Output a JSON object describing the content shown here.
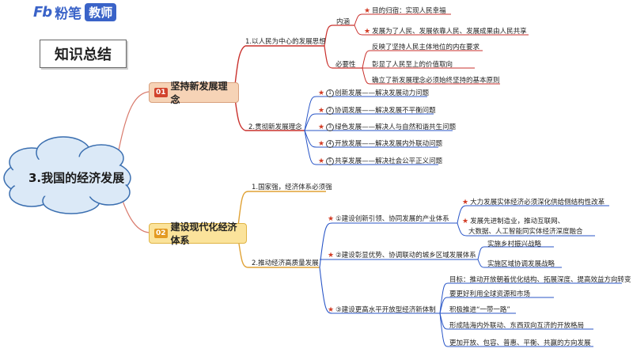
{
  "logo": {
    "mark": "Fb",
    "text": "粉笔",
    "badge": "教师"
  },
  "title": "知识总结",
  "root": "3.我国的经济发展",
  "branch1": {
    "num": "01",
    "label": "坚持新发展理念",
    "sub1": {
      "label": "1.以人民为中心的发展思想",
      "neihan": "内涵",
      "neihan_items": [
        "目的归宿：实现人民幸福",
        "发展为了人民、发展依靠人民、发展成果由人民共享"
      ],
      "biyao": "必要性",
      "biyao_items": [
        "反映了坚持人民主体地位的内在要求",
        "彰显了人民至上的价值取向",
        "确立了新发展理念必须始终坚持的基本原则"
      ]
    },
    "sub2": {
      "label": "2.贯彻新发展理念",
      "items": [
        {
          "n": "1",
          "text": "创新发展——解决发展动力问题"
        },
        {
          "n": "2",
          "text": "协调发展——解决发展不平衡问题"
        },
        {
          "n": "3",
          "text": "绿色发展——解决人与自然和谐共生问题"
        },
        {
          "n": "4",
          "text": "开放发展——解决发展内外联动问题"
        },
        {
          "n": "5",
          "text": "共享发展——解决社会公平正义问题"
        }
      ]
    }
  },
  "branch2": {
    "num": "02",
    "label": "建设现代化经济体系",
    "sub1": {
      "label": "1.国家强，经济体系必须强"
    },
    "sub2": {
      "label": "2.推动经济高质量发展",
      "g1": {
        "label": "①建设创新引领、协同发展的产业体系",
        "items": [
          "大力发展实体经济必须深化供给侧结构性改革",
          "发展先进制造业，推动互联网、",
          "大数据、人工智能同实体经济深度融合"
        ]
      },
      "g2": {
        "label": "②建设彰显优势、协调联动的城乡区域发展体系",
        "items": [
          "实施乡村振兴战略",
          "实施区域协调发展战略"
        ]
      },
      "g3": {
        "label": "③建设更高水平开放型经济新体制",
        "items": [
          "目标：推动开放朝着优化结构、拓展深度、提高效益方向转变",
          "要更好利用全球资源和市场",
          "积极推进“一带一路”",
          "形成陆海内外联动、东西双向互济的开放格局",
          "更加开放、包容、普惠、平衡、共赢的方向发展"
        ]
      }
    }
  },
  "colors": {
    "branch1_bg": "#f6d3b6",
    "branch2_bg": "#fbe39b",
    "cloud": "#dbe9f7",
    "blue_line": "#2855c7",
    "red_line": "#c9302c",
    "orange_line": "#e0a235"
  }
}
